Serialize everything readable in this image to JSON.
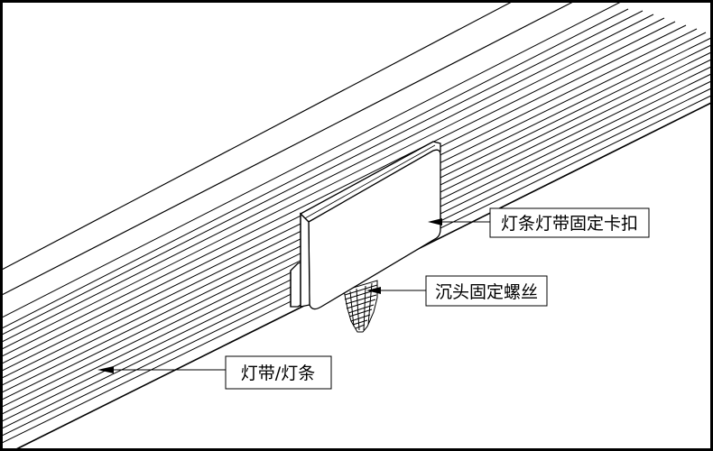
{
  "diagram": {
    "labels": {
      "clip": "灯条灯带固定卡扣",
      "screw": "沉头固定螺丝",
      "strip": "灯带/灯条"
    },
    "colors": {
      "line": "#000000",
      "background": "#ffffff"
    }
  }
}
